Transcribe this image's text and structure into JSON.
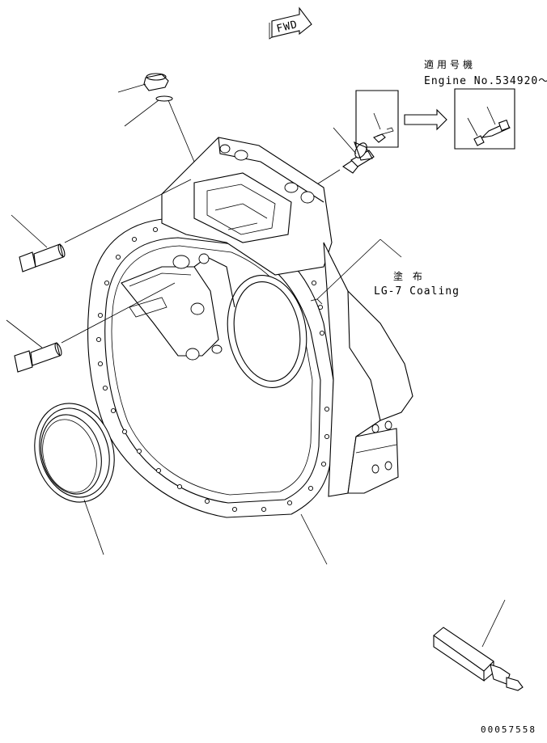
{
  "fwd_label": "FWD",
  "applicability": {
    "jp_label": "適用号機",
    "engine_label": "Engine No.534920～"
  },
  "coating": {
    "jp_label": "塗 布",
    "label": "LG-7 Coaling"
  },
  "drawing_code": "00057558"
}
